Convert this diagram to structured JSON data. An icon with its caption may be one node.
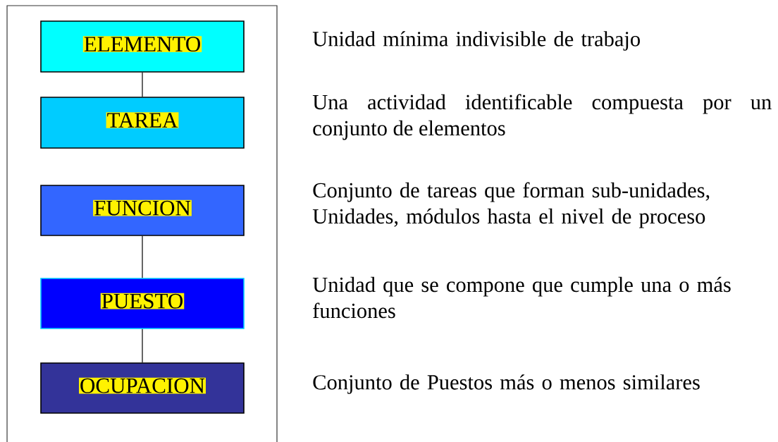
{
  "diagram": {
    "nodes": [
      {
        "text": [
          "ELEMENTO"
        ]
      },
      {
        "text": [
          "TAREA"
        ]
      },
      {
        "text": [
          "FUNCION"
        ]
      },
      {
        "text": [
          "PUESTO"
        ]
      },
      {
        "text": [
          "OCUPACION"
        ]
      }
    ],
    "edges": [
      {
        "from": 0,
        "to": 1,
        "arrow": "none"
      },
      {
        "from": 2,
        "to": 3,
        "arrow": "none"
      },
      {
        "from": 3,
        "to": 4,
        "arrow": "none"
      }
    ],
    "labels": [
      "Unidad mínima indivisible de trabajo",
      "Una actividad identificable compuesta por un conjunto de elementos",
      "Conjunto de tareas que forman sub-unidades, Unidades, módulos hasta el nivel de proceso",
      "Unidad que se compone que cumple una o más funciones",
      "Conjunto de Puestos más o menos similares"
    ]
  }
}
